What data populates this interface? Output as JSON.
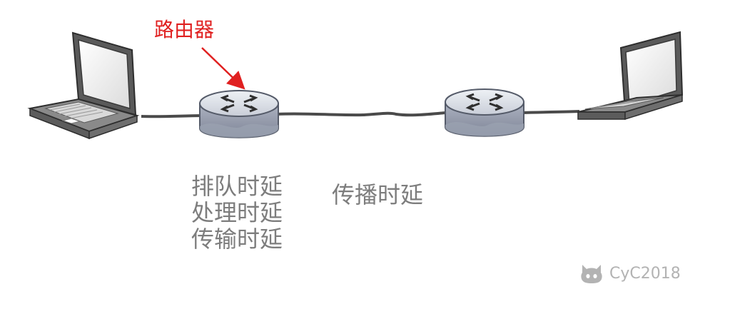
{
  "labels": {
    "router": "路由器",
    "router_delays": [
      "排队时延",
      "处理时延",
      "传输时延"
    ],
    "propagation_delay": "传播时延"
  },
  "watermark": {
    "icon": "github-cat-icon",
    "text": "CyC2018"
  },
  "nodes": [
    {
      "name": "left-laptop",
      "icon": "laptop-icon"
    },
    {
      "name": "router-1",
      "icon": "router-icon"
    },
    {
      "name": "router-2",
      "icon": "router-icon"
    },
    {
      "name": "right-laptop",
      "icon": "laptop-icon"
    }
  ],
  "colors": {
    "annotation": "#e02020",
    "text": "#7d7d7d",
    "watermark": "#b3b3b3"
  }
}
